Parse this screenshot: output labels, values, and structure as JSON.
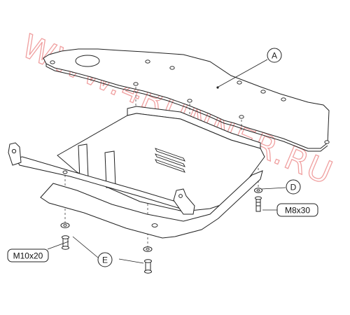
{
  "callouts": {
    "a": "A",
    "d": "D",
    "e": "E"
  },
  "fasteners": {
    "bolt_m8": "M8x30",
    "bolt_m10": "M10x20"
  },
  "watermark": "WWW.4RUNNER.RU",
  "colors": {
    "line": "#222222",
    "watermark": "#f0a0a0",
    "background": "#ffffff"
  }
}
